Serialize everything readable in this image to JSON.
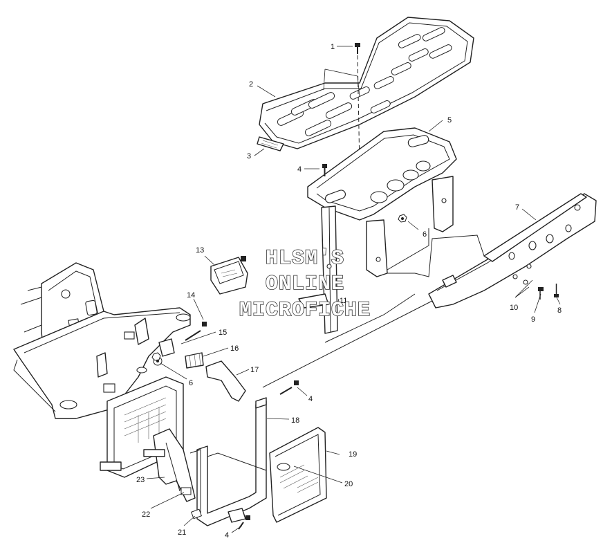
{
  "watermark": {
    "line1": "HLSM'S",
    "line2": "ONLINE",
    "line3": "MICROFICHE"
  },
  "callouts": [
    "1",
    "2",
    "3",
    "4",
    "5",
    "6",
    "7",
    "13",
    "14",
    "15",
    "16",
    "6",
    "11",
    "17",
    "18",
    "10",
    "9",
    "8",
    "4",
    "19",
    "20",
    "23",
    "22",
    "21",
    "4"
  ]
}
